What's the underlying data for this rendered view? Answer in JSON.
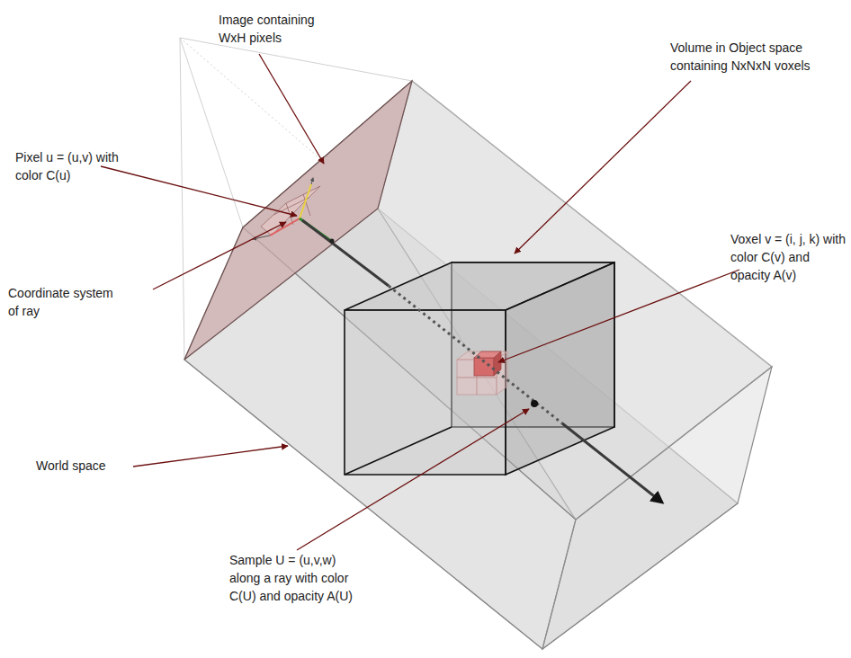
{
  "diagram": {
    "labels": [
      "Image containing WxH pixels",
      "Volume in Object space containing NxNxN voxels",
      "Pixel u = (u,v) with color C(u)",
      "Voxel v = (i, j, k) with color C(v) and opacity A(v)",
      "Coordinate system of ray",
      "World space",
      "Sample U = (u,v,w) along a ray with color C(U) and opacity A(U)"
    ]
  }
}
